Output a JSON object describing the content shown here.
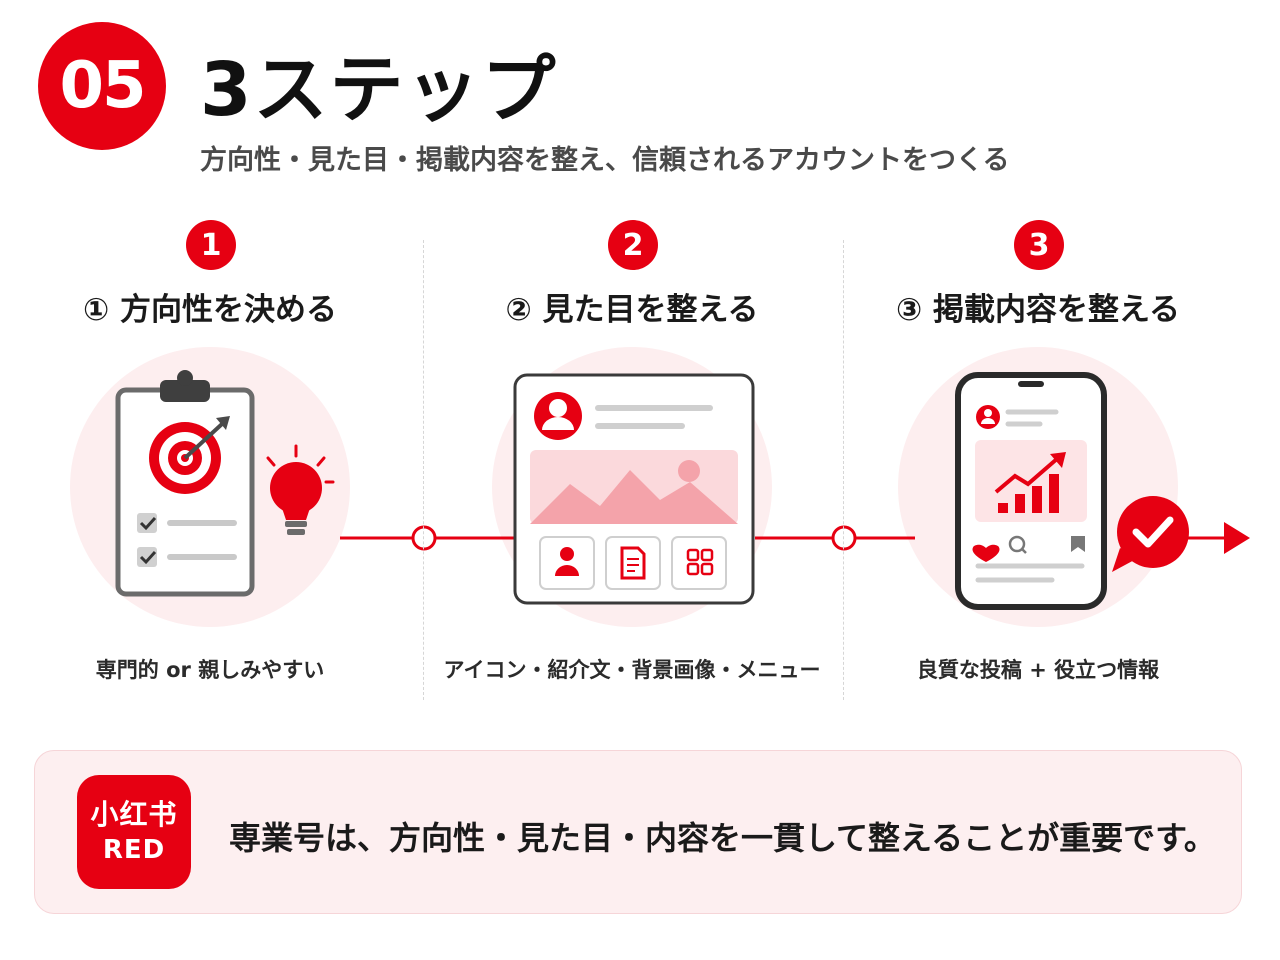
{
  "header": {
    "section_number": "05",
    "title": "3ステップ",
    "subtitle": "方向性・見た目・掲載内容を整え、信頼されるアカウントをつくる"
  },
  "steps": [
    {
      "number": "1",
      "title": "① 方向性を決める",
      "caption": "専門的 or 親しみやすい",
      "illustration": "clipboard-target-lightbulb"
    },
    {
      "number": "2",
      "title": "② 見た目を整える",
      "caption": "アイコン・紹介文・背景画像・メニュー",
      "illustration": "profile-card"
    },
    {
      "number": "3",
      "title": "③ 掲載内容を整える",
      "caption": "良質な投稿 + 役立つ情報",
      "illustration": "smartphone-growth-chart"
    }
  ],
  "note": {
    "logo_cn": "小红书",
    "logo_en": "RED",
    "text": "専業号は、方向性・見た目・内容を一貫して整えることが重要です。"
  },
  "colors": {
    "accent": "#e60012",
    "light_accent": "#fdeff0",
    "text": "#1c1c1c",
    "subtext": "#4a4a4a"
  }
}
